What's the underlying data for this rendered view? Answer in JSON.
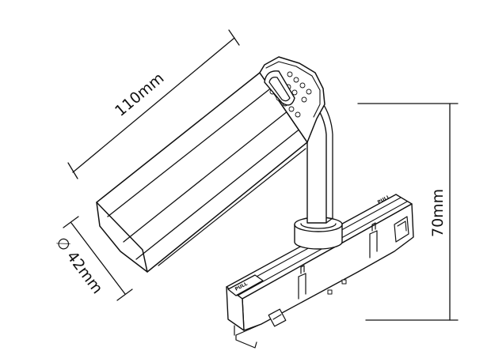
{
  "dimensions": {
    "length_label": "110mm",
    "diameter_label": "∅ 42mm",
    "height_label": "70mm"
  },
  "markings": {
    "connector_text_top": "PULL",
    "connector_text_side": "PULL"
  }
}
